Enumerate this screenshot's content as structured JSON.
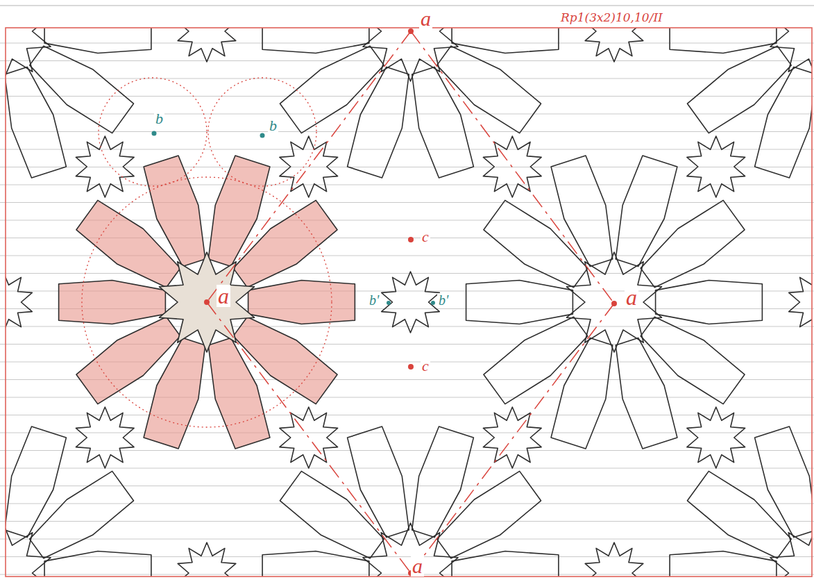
{
  "diagram": {
    "title": "Rp1(3x2)10,10/II",
    "labels": [
      "a",
      "b",
      "b",
      "c",
      "a",
      "a",
      "b'",
      "b'",
      "c",
      "a"
    ]
  }
}
